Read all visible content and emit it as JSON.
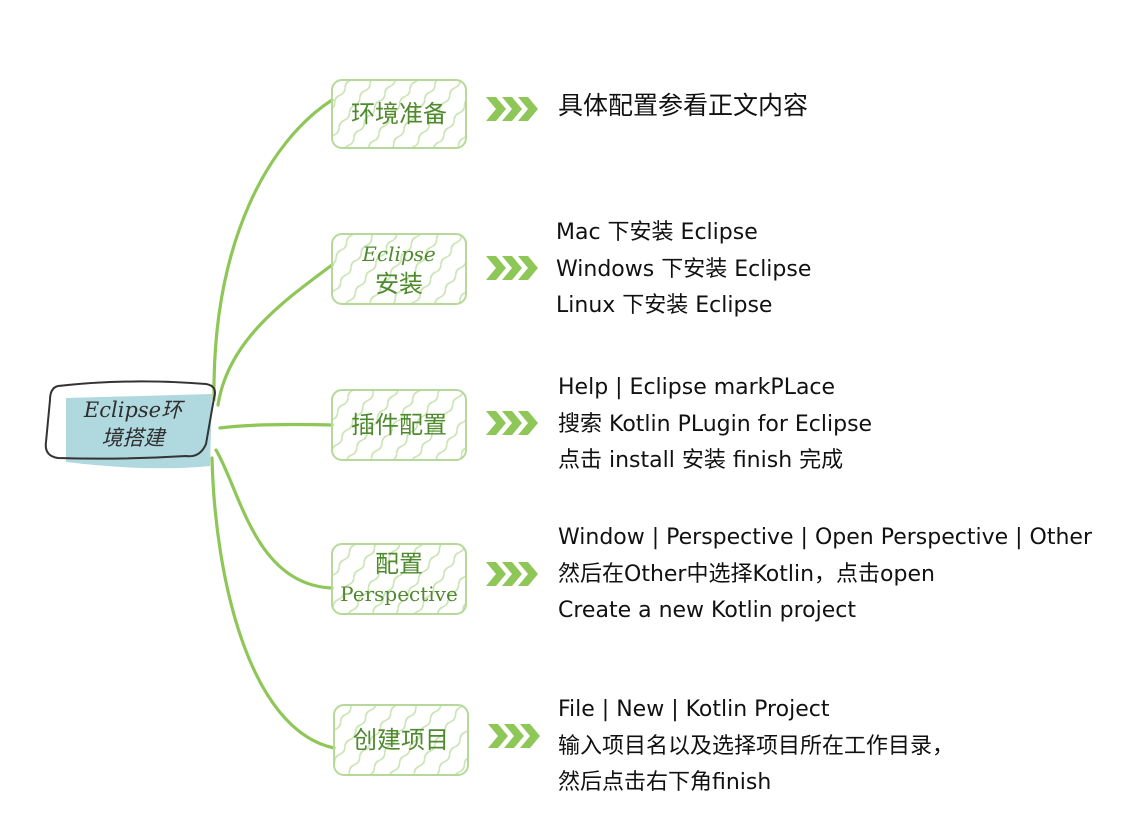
{
  "root": {
    "line1": "Eclipse环",
    "line2": "境搭建"
  },
  "branches": [
    {
      "label_lines": [
        "环境准备"
      ],
      "details": [
        "具体配置参看正文内容"
      ]
    },
    {
      "label_lines": [
        "Eclipse",
        "安装"
      ],
      "details": [
        "Mac 下安装 Eclipse",
        "Windows 下安装 Eclipse",
        "Linux 下安装 Eclipse"
      ]
    },
    {
      "label_lines": [
        "插件配置"
      ],
      "details": [
        "Help | Eclipse markPLace",
        "搜索 Kotlin PLugin for Eclipse",
        "点击 install 安装 finish 完成"
      ]
    },
    {
      "label_lines": [
        "配置",
        "Perspective"
      ],
      "details": [
        "Window | Perspective | Open Perspective | Other",
        "然后在Other中选择Kotlin，点击open",
        "Create a new Kotlin project"
      ]
    },
    {
      "label_lines": [
        "创建项目"
      ],
      "details": [
        "File | New | Kotlin Project",
        "输入项目名以及选择项目所在工作目录，",
        "然后点击右下角finish"
      ]
    }
  ],
  "colors": {
    "connector": "#8fc658",
    "node_border": "#b6d99a",
    "hatch": "#c9e3b2",
    "root_fill": "#b0d8df",
    "node_text": "#4f8a2e"
  }
}
